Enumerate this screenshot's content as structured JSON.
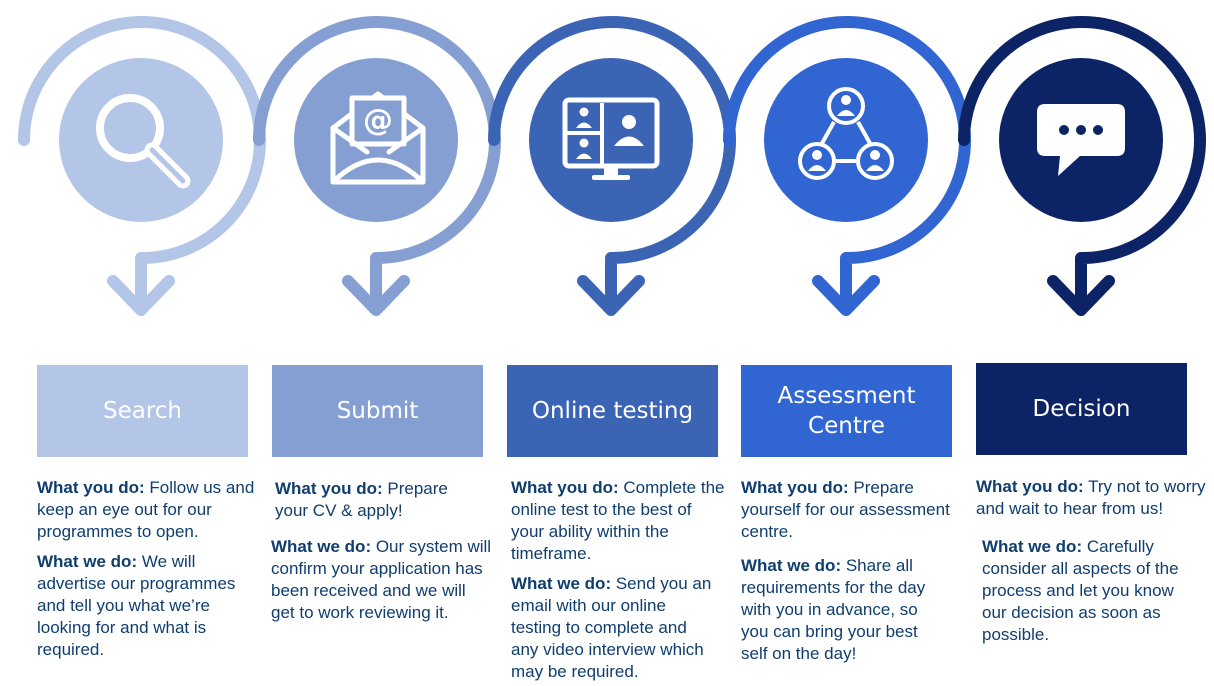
{
  "steps": [
    {
      "title": "Search",
      "icon": "magnifier-icon",
      "color": "#b3c6e8",
      "you_label": "What you do:",
      "you_text": " Follow us and keep an eye out for our programmes to open.",
      "we_label": "What we do:",
      "we_text": " We will advertise our programmes and tell you what we’re looking for and what is required."
    },
    {
      "title": "Submit",
      "icon": "envelope-at-icon",
      "color": "#869fd2",
      "you_label": "What you do:",
      "you_text": " Prepare your CV & apply!",
      "we_label": "What we do:",
      "we_text": " Our system will confirm your application has been received and we will get to work reviewing it."
    },
    {
      "title": "Online testing",
      "icon": "video-call-icon",
      "color": "#3c64b4",
      "you_label": "What you do:",
      "you_text": " Complete the online test to the best of your ability within the timeframe.",
      "we_label": "What we do:",
      "we_text": " Send you an email with our online testing to complete and any video interview which may be required."
    },
    {
      "title": "Assessment Centre",
      "icon": "people-network-icon",
      "color": "#3166d2",
      "you_label": "What you do:",
      "you_text": " Prepare yourself for our assessment centre.",
      "we_label": "What we do:",
      "we_text": " Share all requirements for the day with you in advance, so you can bring your best self on the day!"
    },
    {
      "title": "Decision",
      "icon": "speech-bubble-icon",
      "color": "#0c2466",
      "you_label": "What you do:",
      "you_text": " Try not to worry and wait to hear from us!",
      "we_label": "What we do:",
      "we_text": " Carefully consider all aspects of the process and let you know our decision as soon as possible."
    }
  ]
}
